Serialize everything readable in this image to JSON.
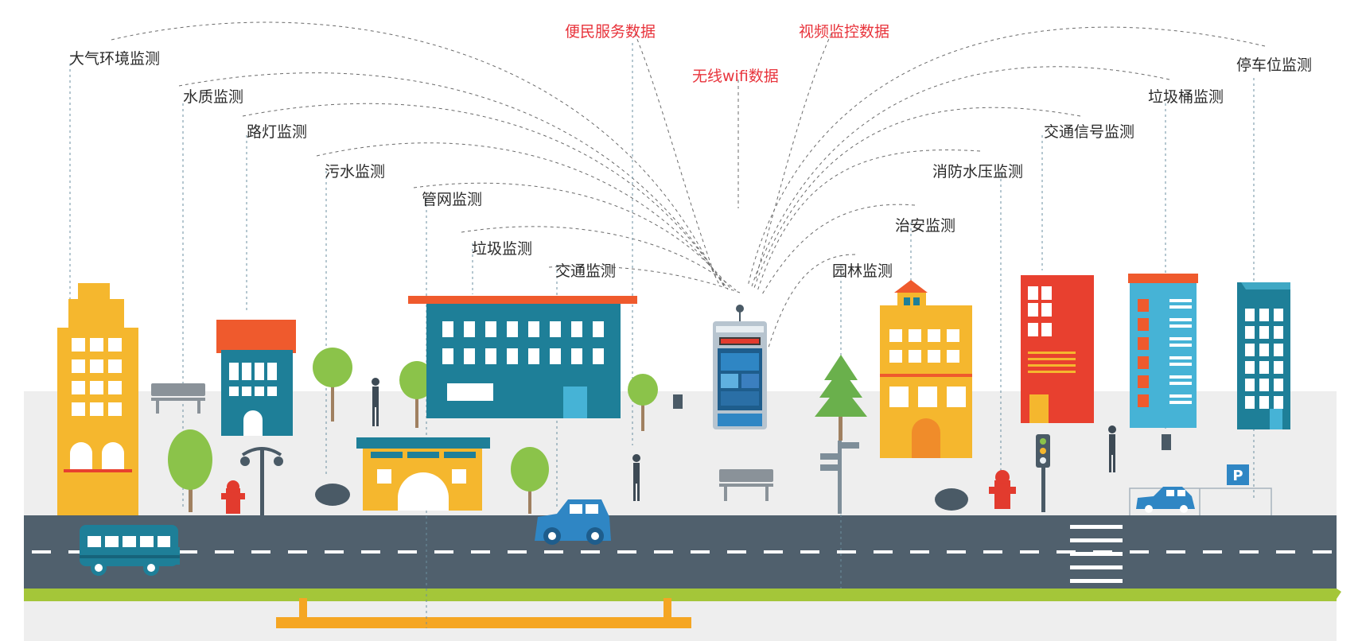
{
  "labels_left": {
    "air": "大气环境监测",
    "water": "水质监测",
    "streetlight": "路灯监测",
    "sewage": "污水监测",
    "pipe": "管网监测",
    "garbage": "垃圾监测",
    "traffic": "交通监测"
  },
  "labels_center": {
    "convenience": "便民服务数据",
    "video": "视频监控数据",
    "wifi": "无线wifi数据"
  },
  "labels_right": {
    "parking": "停车位监测",
    "bin": "垃圾桶监测",
    "signal": "交通信号监测",
    "fire": "消防水压监测",
    "security": "治安监测",
    "garden": "园林监测"
  },
  "parking_sign": "P",
  "colors": {
    "yellow": "#f5b72e",
    "orange": "#ef5a2d",
    "teal": "#1e7f98",
    "red": "#e8402f",
    "sky": "#46b3d6",
    "green": "#8bc34a",
    "road": "#50606d",
    "ground": "#ededed",
    "label_red": "#e8343c"
  }
}
